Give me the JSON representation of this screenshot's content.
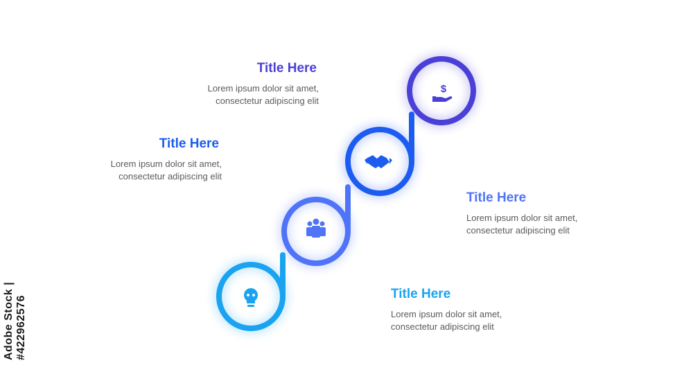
{
  "colors": {
    "step1": "#1aa3f0",
    "step2": "#4f74f7",
    "step3": "#1d5cf0",
    "step4": "#4a3fd6",
    "text_gray": "#5a5a5a"
  },
  "steps": [
    {
      "title": "Title Here",
      "line1": "Lorem ipsum dolor sit amet,",
      "line2": "consectetur adipiscing elit",
      "icon": "lightbulb-icon"
    },
    {
      "title": "Title Here",
      "line1": "Lorem ipsum dolor sit amet,",
      "line2": "consectetur adipiscing elit",
      "icon": "team-icon"
    },
    {
      "title": "Title Here",
      "line1": "Lorem ipsum dolor sit amet,",
      "line2": "consectetur adipiscing elit",
      "icon": "handshake-icon"
    },
    {
      "title": "Title Here",
      "line1": "Lorem ipsum dolor sit amet,",
      "line2": "consectetur adipiscing elit",
      "icon": "money-hand-icon"
    }
  ],
  "stock_label": "Adobe Stock | #422962576"
}
